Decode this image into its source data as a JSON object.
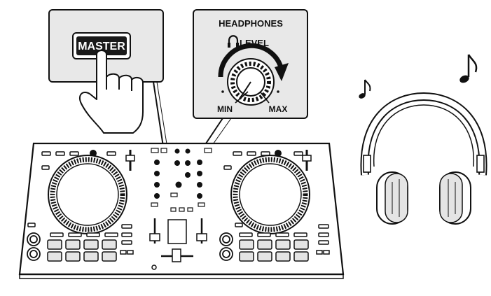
{
  "callout_master": {
    "button_label": "MASTER"
  },
  "callout_headphones": {
    "title": "HEADPHONES",
    "level_label": "LEVEL",
    "min_label": "MIN",
    "max_label": "MAX"
  },
  "icons": {
    "hand": "pointing-hand-icon",
    "headphones": "headphones-icon",
    "headphone_symbol": "headphone-symbol-icon",
    "note_left": "music-note-icon",
    "note_right": "music-note-icon"
  },
  "colors": {
    "callout_fill": "#e8e8e8",
    "button_fill": "#1a1a1a",
    "line": "#111111",
    "pad_fill": "#e4e4e4"
  }
}
